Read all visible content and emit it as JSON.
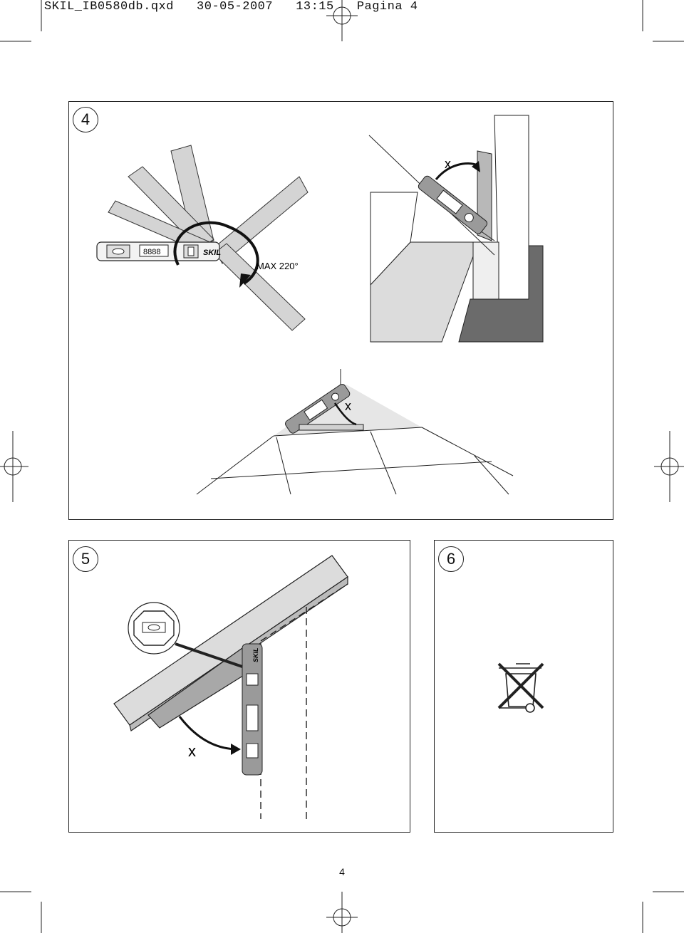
{
  "header": {
    "filename": "SKIL_IB0580db.qxd",
    "date": "30-05-2007",
    "time": "13:15",
    "page_label": "Pagina 4"
  },
  "figures": {
    "fig4": {
      "number": "4",
      "max_label": "MAX 220°",
      "angle_label_top": "x",
      "angle_label_floor": "x"
    },
    "fig5": {
      "number": "5",
      "angle_label": "x"
    },
    "fig6": {
      "number": "6"
    }
  },
  "brand": "SKIL",
  "display_text": "8888",
  "page_number": "4"
}
